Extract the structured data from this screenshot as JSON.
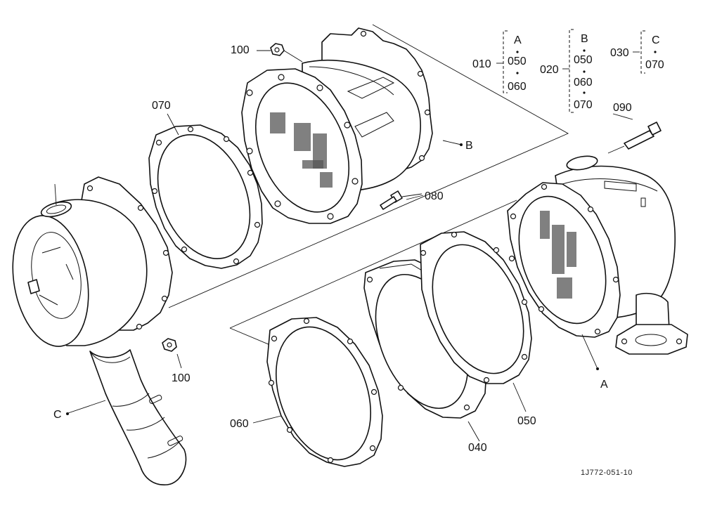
{
  "labels": {
    "p100_top": "100",
    "p100_bottom": "100",
    "p070": "070",
    "p080": "080",
    "p090": "090",
    "p060": "060",
    "p040": "040",
    "p050": "050",
    "ref_a": "A",
    "ref_b": "B",
    "ref_c": "C"
  },
  "legend": {
    "group_010": {
      "number": "010",
      "ref": "A",
      "parts": [
        "050",
        "060"
      ]
    },
    "group_020": {
      "number": "020",
      "ref": "B",
      "parts": [
        "050",
        "060",
        "070"
      ]
    },
    "group_030": {
      "number": "030",
      "ref": "C",
      "parts": [
        "070"
      ]
    }
  },
  "figure_code": "1J772-051-10"
}
